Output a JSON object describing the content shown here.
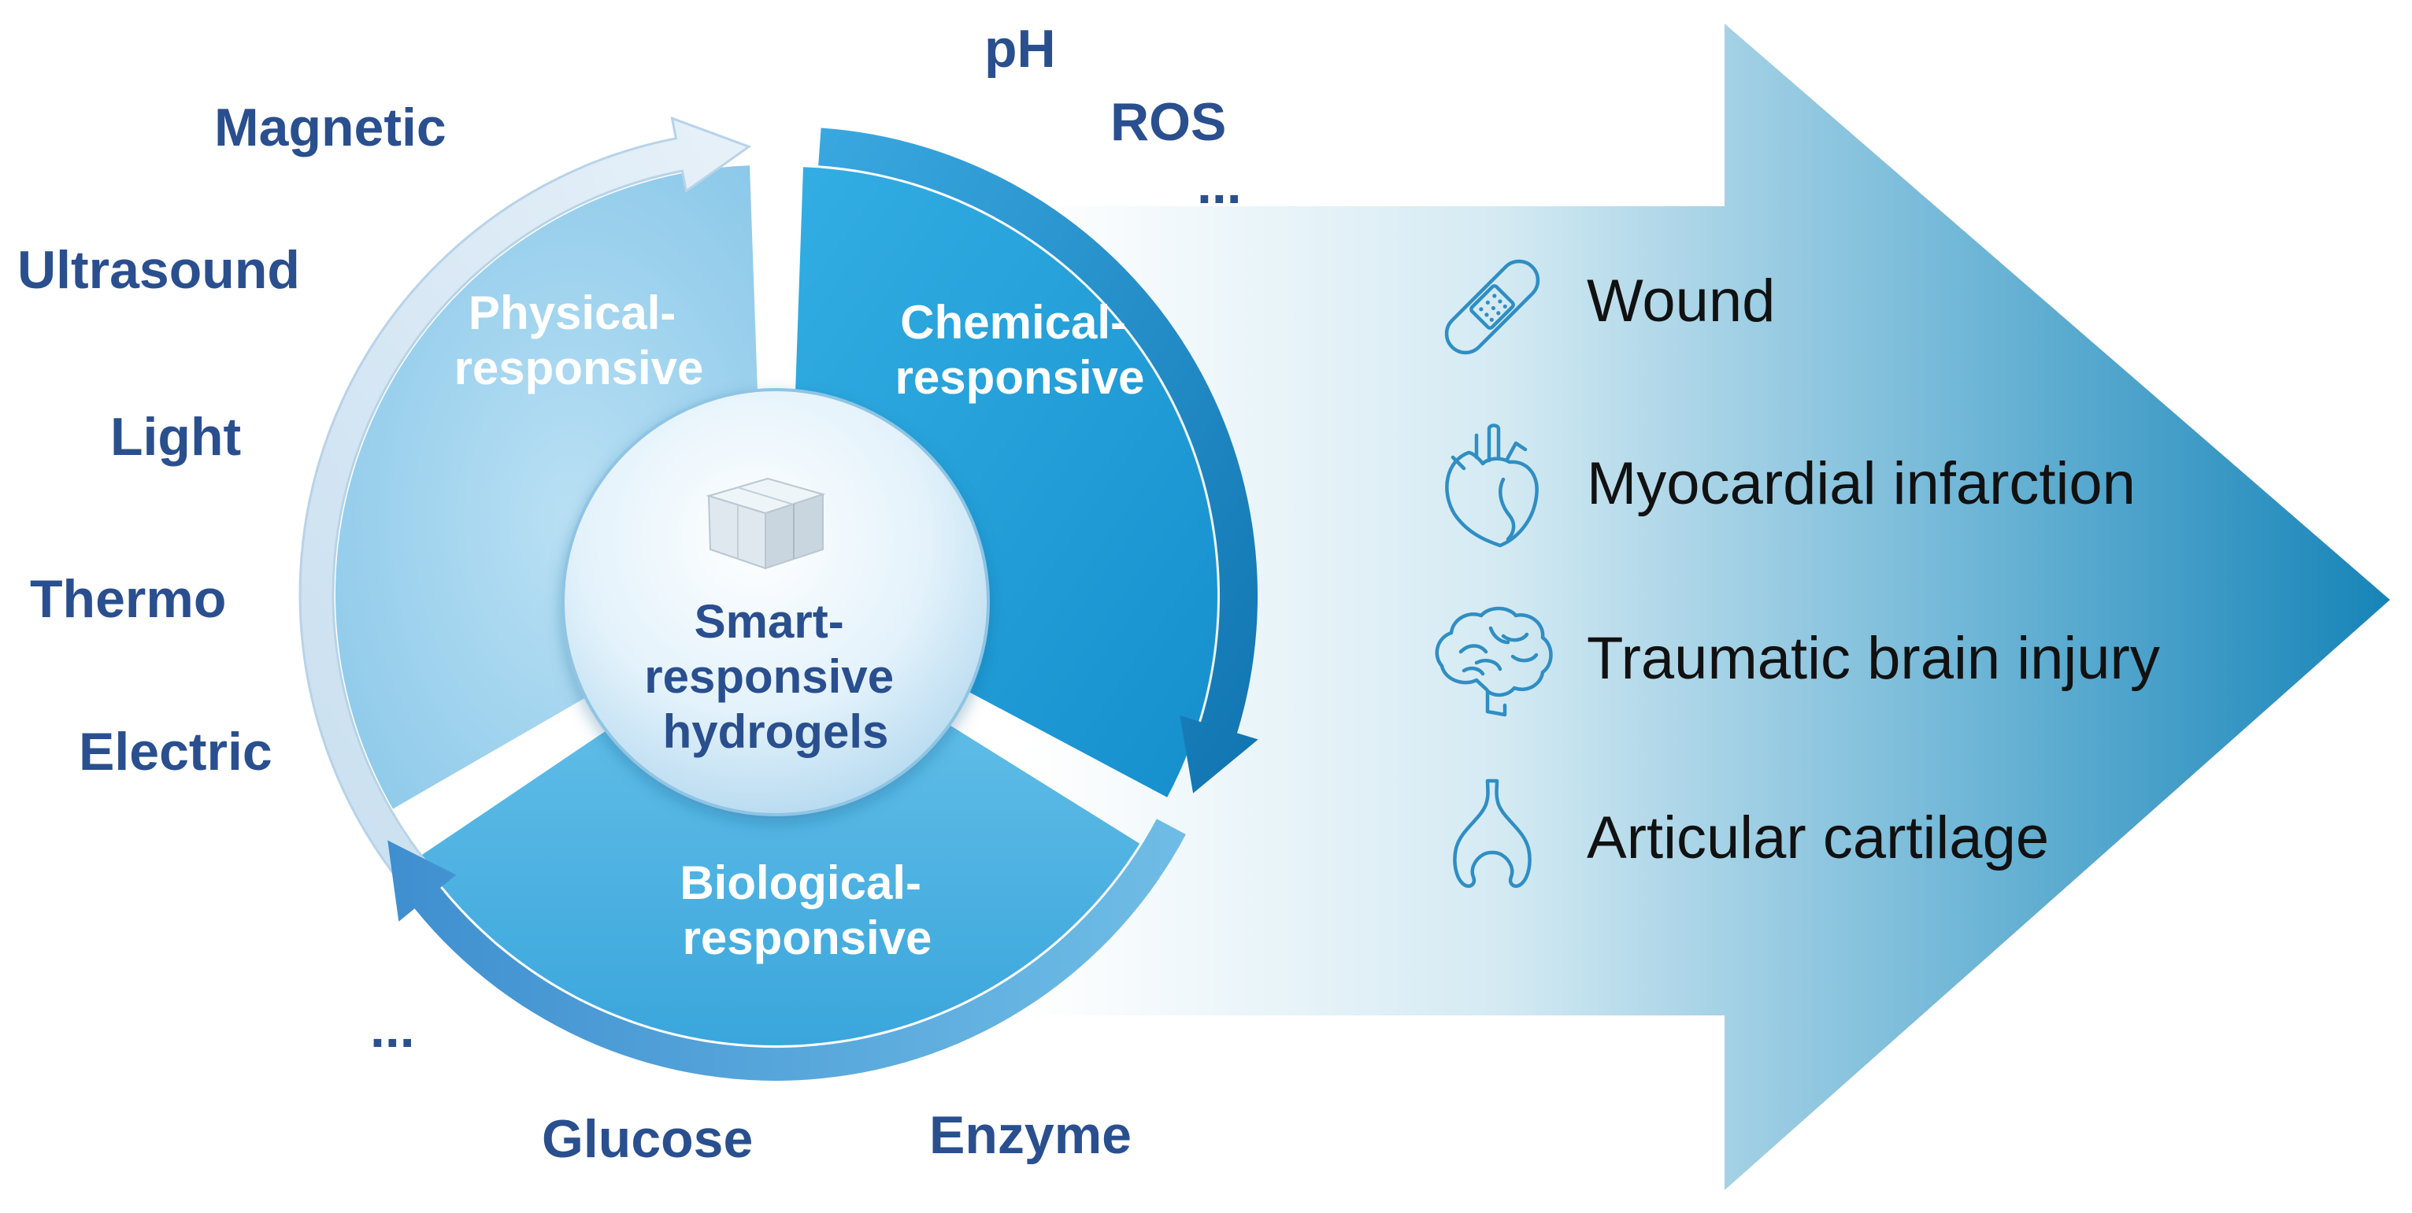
{
  "center": {
    "lines": [
      "Smart-",
      "responsive",
      "hydrogels"
    ],
    "icon": "hydrogel-cube-icon"
  },
  "segments": {
    "physical": {
      "lines": [
        "Physical-",
        "responsive"
      ]
    },
    "chemical": {
      "lines": [
        "Chemical-",
        "responsive"
      ]
    },
    "biological": {
      "lines": [
        "Biological-",
        "responsive"
      ]
    }
  },
  "physical_stimuli": [
    "Magnetic",
    "Ultrasound",
    "Light",
    "Thermo",
    "Electric"
  ],
  "chemical_stimuli": [
    "pH",
    "ROS",
    "..."
  ],
  "biological_stimuli": [
    "...",
    "Glucose",
    "Enzyme"
  ],
  "applications": [
    {
      "label": "Wound",
      "icon": "bandage-icon"
    },
    {
      "label": "Myocardial infarction",
      "icon": "heart-icon"
    },
    {
      "label": "Traumatic brain injury",
      "icon": "brain-icon"
    },
    {
      "label": "Articular cartilage",
      "icon": "joint-icon"
    }
  ],
  "colors": {
    "text_blue": "#2a4f8f",
    "physical": "#9fd0ec",
    "chemical": "#1f9ad6",
    "biological": "#4db3e3",
    "arrow_dark": "#1a86b8"
  }
}
